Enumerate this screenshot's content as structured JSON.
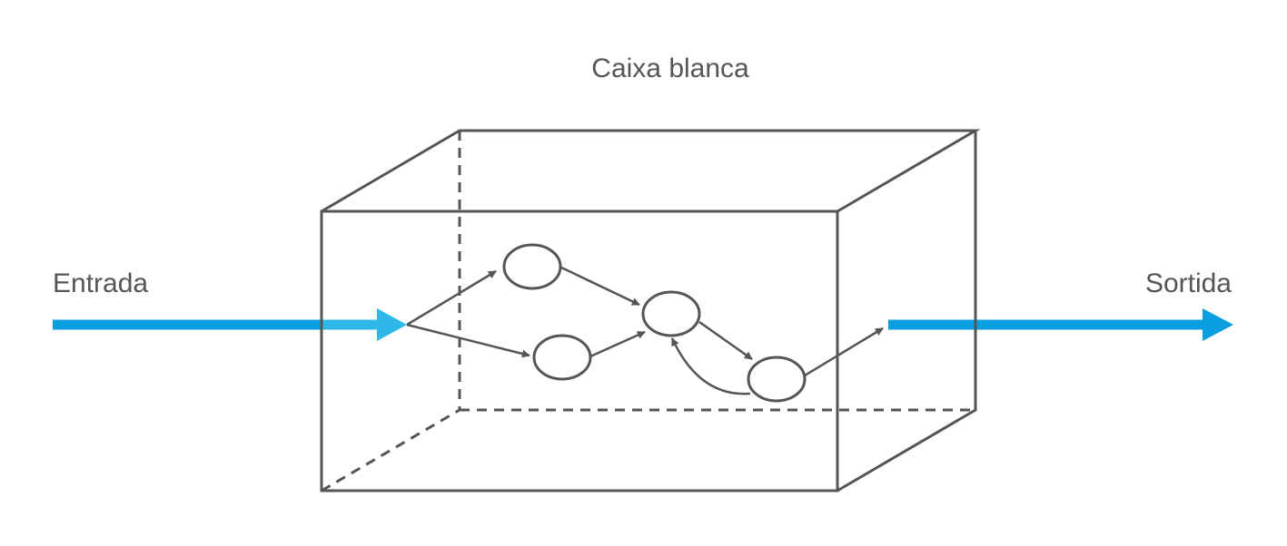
{
  "title": "Caixa blanca",
  "input_label": "Entrada",
  "output_label": "Sortida",
  "colors": {
    "line": "#555555",
    "arrow_blue": "#0a9de0",
    "arrow_blue_inside": "#2eb8ea",
    "background": "#ffffff"
  }
}
